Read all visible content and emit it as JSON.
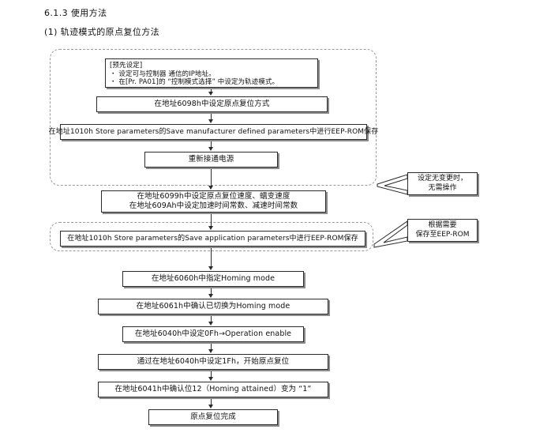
{
  "document": {
    "section_number": "6.1.3",
    "section_title": "6.1.3  使用方法",
    "subsection_title": "(1) 轨迹模式的原点复位方法"
  },
  "flowchart": {
    "type": "vertical-flow",
    "nodes": [
      {
        "id": "preset",
        "label": "[预先设定]\n・ 设定可与控制器 通信的IP地址。\n・ 在[Pr. PA01]的 “控制模式选择” 中设定为轨迹模式。",
        "kind": "note"
      },
      {
        "id": "set-homing-method",
        "label": "在地址6098h中设定原点复位方式",
        "kind": "step"
      },
      {
        "id": "store-manufacturer-params",
        "label": "在地址1010h Store parameters的Save manufacturer defined parameters中进行EEP-ROM保存",
        "kind": "step"
      },
      {
        "id": "power-cycle",
        "label": "重新接通电源",
        "kind": "step"
      },
      {
        "id": "set-speeds",
        "label": "在地址6099h中设定原点复位速度、蠕变速度\n在地址609Ah中设定加速时间常数、减速时间常数",
        "kind": "step"
      },
      {
        "id": "store-application-params",
        "label": "在地址1010h Store parameters的Save application parameters中进行EEP-ROM保存",
        "kind": "step"
      },
      {
        "id": "specify-homing-mode",
        "label": "在地址6060h中指定Homing mode",
        "kind": "step"
      },
      {
        "id": "confirm-homing-mode",
        "label": "在地址6061h中确认已切换为Homing mode",
        "kind": "step"
      },
      {
        "id": "set-operation-enable",
        "label": "在地址6040h中设定0Fh→Operation enable",
        "kind": "step"
      },
      {
        "id": "start-homing",
        "label": "通过在地址6040h中设定1Fh，开始原点复位",
        "kind": "step"
      },
      {
        "id": "confirm-homing-attained",
        "label": "在地址6041h中确认位12（Homing attained）变为 “1”",
        "kind": "step"
      },
      {
        "id": "homing-complete",
        "label": "原点复位完成",
        "kind": "terminal"
      }
    ],
    "callouts": [
      {
        "id": "no-change",
        "label": "设定无变更时，\n无需操作"
      },
      {
        "id": "as-needed",
        "label": "根据需要\n保存至EEP-ROM"
      }
    ],
    "dashed_groups": [
      {
        "id": "initial-setup-group",
        "note_ref": "no-change"
      },
      {
        "id": "eeprom-save-group",
        "note_ref": "as-needed"
      }
    ]
  },
  "colors": {
    "page_background": "#ffffff",
    "text": "#111111",
    "box_border": "#2b2b2b",
    "box_shadow": "#8c8c8c",
    "dashed_border": "#9a9a9a"
  }
}
